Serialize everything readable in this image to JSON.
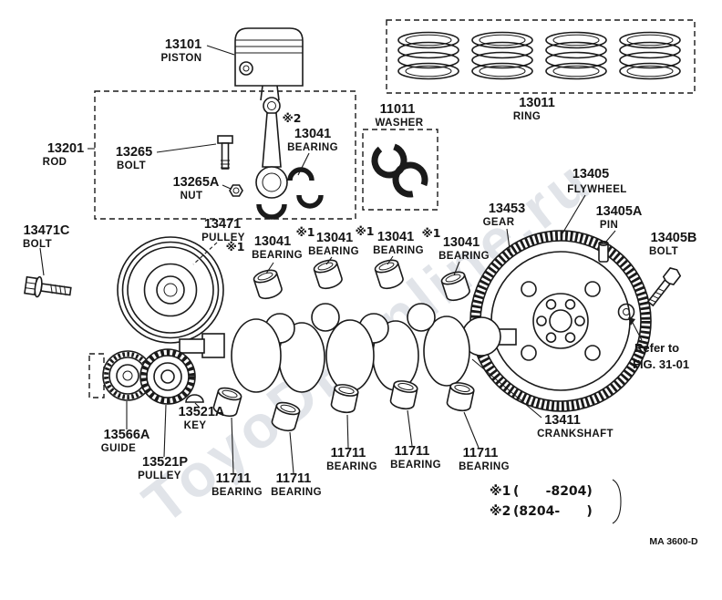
{
  "watermark": "ToyoDBonline.ru",
  "doc_code": "MA 3600-D",
  "symbols": {
    "s1": "※1",
    "s2": "※2"
  },
  "parts": {
    "piston": {
      "num": "13101",
      "name": "PISTON"
    },
    "ring_set": {
      "num": "13011",
      "name": "RING"
    },
    "washer": {
      "num": "11011",
      "name": "WASHER"
    },
    "rod": {
      "num": "13201",
      "name": "ROD"
    },
    "rod_bolt": {
      "num": "13265",
      "name": "BOLT"
    },
    "rod_nut": {
      "num": "13265A",
      "name": "NUT"
    },
    "conrod_bearing": {
      "num": "13041",
      "name": "BEARING"
    },
    "main_bearing": {
      "num": "13041",
      "name": "BEARING"
    },
    "flywheel": {
      "num": "13405",
      "name": "FLYWHEEL"
    },
    "ring_gear": {
      "num": "13453",
      "name": "GEAR"
    },
    "pin": {
      "num": "13405A",
      "name": "PIN"
    },
    "flywheel_bolt": {
      "num": "13405B",
      "name": "BOLT"
    },
    "pulley_bolt": {
      "num": "13471C",
      "name": "BOLT"
    },
    "pulley": {
      "num": "13471",
      "name": "PULLEY"
    },
    "key": {
      "num": "13521A",
      "name": "KEY"
    },
    "guide": {
      "num": "13566A",
      "name": "GUIDE"
    },
    "timing_pulley": {
      "num": "13521P",
      "name": "PULLEY"
    },
    "thrust_bearing": {
      "num": "11711",
      "name": "BEARING"
    },
    "crankshaft": {
      "num": "13411",
      "name": "CRANKSHAFT"
    }
  },
  "notes": {
    "refer_line1": "Refer to",
    "refer_line2": "FIG. 31-01"
  },
  "legend": {
    "row1_sym": "※1",
    "row1_text": "(      -8204)",
    "row2_sym": "※2",
    "row2_text": "(8204-      )"
  }
}
